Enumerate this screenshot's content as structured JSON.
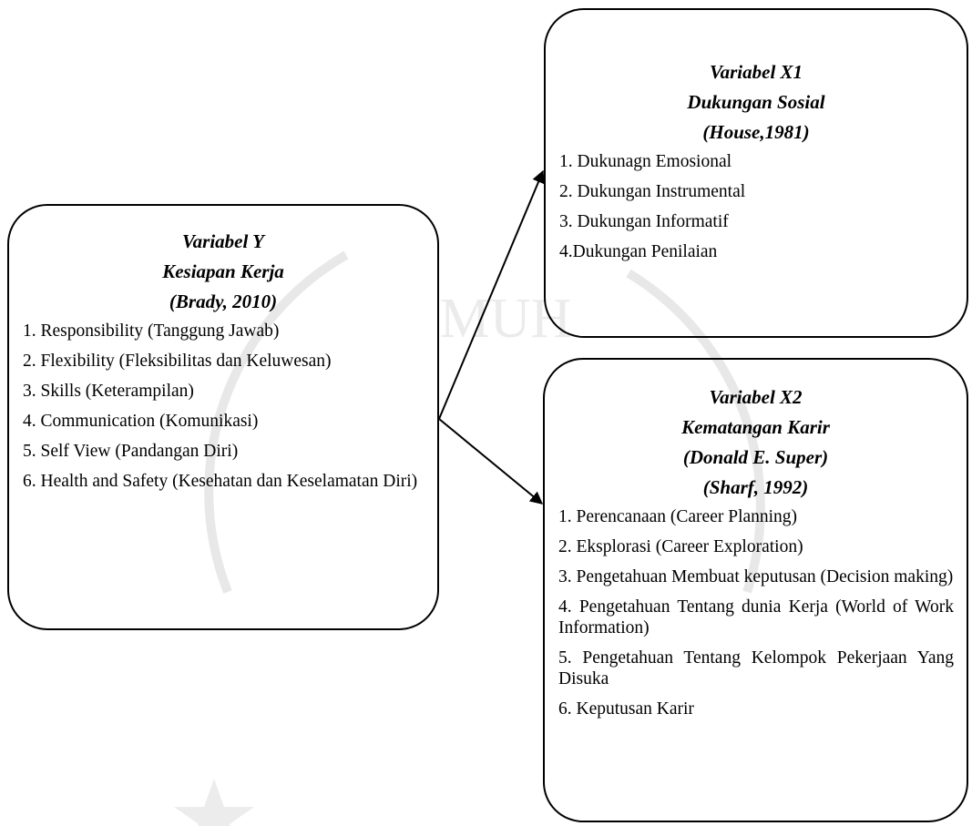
{
  "colors": {
    "line": "#000000",
    "watermark": "#e6e6e6"
  },
  "watermark": {
    "text": "MUH"
  },
  "variable_y": {
    "heading": [
      "Variabel Y",
      "Kesiapan Kerja",
      "(Brady, 2010)"
    ],
    "items": [
      "1. Responsibility (Tanggung Jawab)",
      "2. Flexibility (Fleksibilitas dan Keluwesan)",
      "3. Skills (Keterampilan)",
      "4. Communication (Komunikasi)",
      "5. Self View (Pandangan Diri)",
      "6. Health and Safety (Kesehatan dan Keselamatan Diri)"
    ]
  },
  "variable_x1": {
    "heading": [
      "Variabel X1",
      "Dukungan Sosial",
      "(House,1981)"
    ],
    "items": [
      "1. Dukunagn Emosional",
      "2. Dukungan Instrumental",
      "3. Dukungan Informatif",
      "4.Dukungan Penilaian"
    ]
  },
  "variable_x2": {
    "heading": [
      "Variabel X2",
      "Kematangan Karir",
      "(Donald E. Super)",
      "(Sharf, 1992)"
    ],
    "items": [
      "1. Perencanaan (Career Planning)",
      "2. Eksplorasi (Career Exploration)",
      "3. Pengetahuan Membuat keputusan (Decision making)",
      "4. Pengetahuan Tentang dunia Kerja (World of Work Information)",
      "5. Pengetahuan Tentang Kelompok Pekerjaan Yang Disuka",
      "6. Keputusan Karir"
    ]
  }
}
